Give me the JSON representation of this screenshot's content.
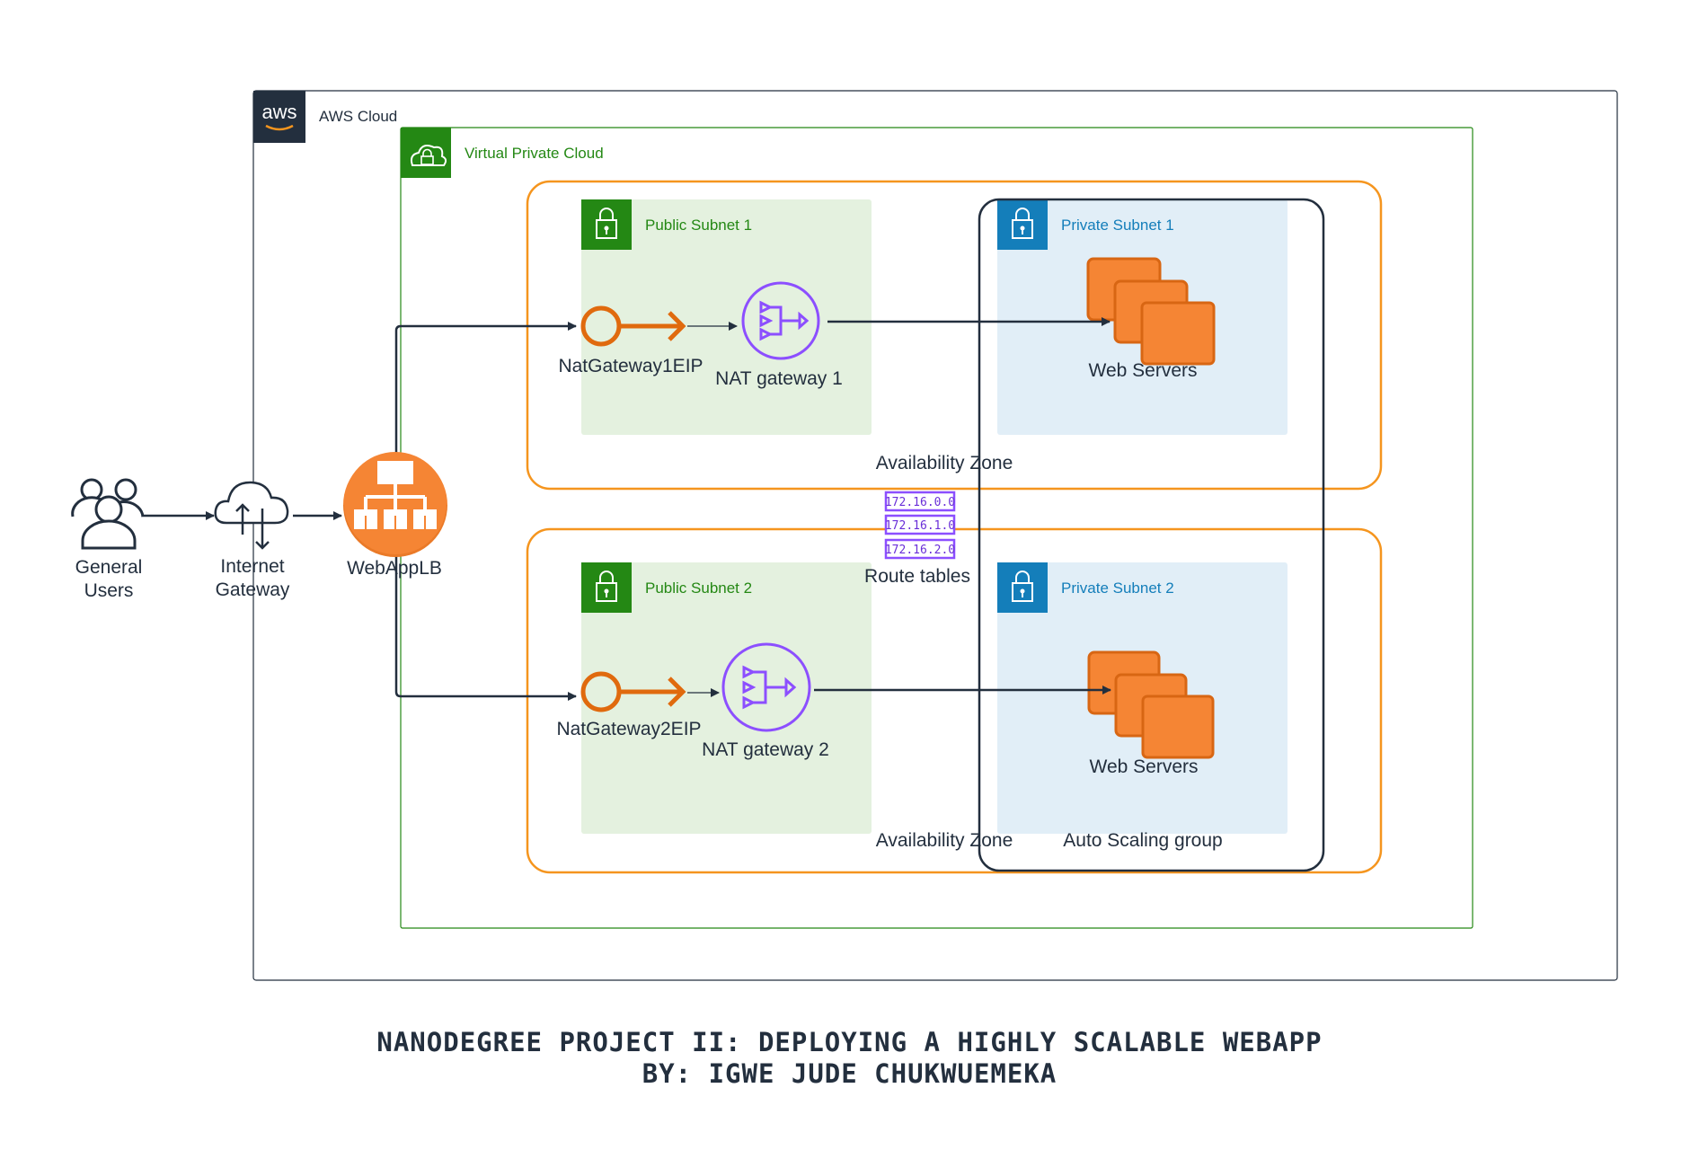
{
  "aws_cloud": {
    "label": "AWS Cloud",
    "logo_text": "aws"
  },
  "vpc": {
    "label": "Virtual Private Cloud"
  },
  "az1": {
    "label": "Availability Zone"
  },
  "az2": {
    "label": "Availability Zone"
  },
  "public_subnet_1": {
    "label": "Public Subnet 1"
  },
  "public_subnet_2": {
    "label": "Public Subnet 2"
  },
  "private_subnet_1": {
    "label": "Private Subnet 1"
  },
  "private_subnet_2": {
    "label": "Private Subnet 2"
  },
  "nat_eip_1": {
    "label": "NatGateway1EIP"
  },
  "nat_eip_2": {
    "label": "NatGateway2EIP"
  },
  "nat_gateway_1": {
    "label": "NAT gateway  1"
  },
  "nat_gateway_2": {
    "label": "NAT gateway  2"
  },
  "web_servers_1": {
    "label": "Web Servers"
  },
  "web_servers_2": {
    "label": "Web Servers"
  },
  "auto_scaling": {
    "label": "Auto Scaling group"
  },
  "route_tables": {
    "label": "Route tables",
    "cidrs": [
      "172.16.0.0",
      "172.16.1.0",
      "172.16.2.0"
    ]
  },
  "users": {
    "line1": "General",
    "line2": "Users"
  },
  "internet_gateway": {
    "line1": "Internet",
    "line2": "Gateway"
  },
  "load_balancer": {
    "label": "WebAppLB"
  },
  "footer": {
    "line1": "NANODEGREE PROJECT II: DEPLOYING A HIGHLY SCALABLE WEBAPP",
    "line2": "BY: IGWE JUDE CHUKWUEMEKA"
  },
  "colors": {
    "aws_dark": "#232f3e",
    "vpc_green": "#248814",
    "public_fill": "#e4f1df",
    "private_fill": "#e1eef7",
    "private_blue": "#147eba",
    "az_orange": "#f5951e",
    "nat_purple": "#8c4fff",
    "eip_orange": "#e06a0e",
    "ec2_orange": "#f58534"
  }
}
